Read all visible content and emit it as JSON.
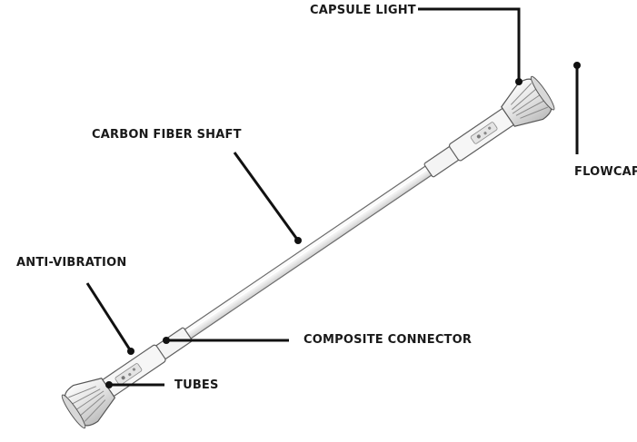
{
  "labels": {
    "capsule_light": "CAPSULE LIGHT",
    "carbon_fiber_shaft": "CARBON FIBER SHAFT",
    "flowcap": "FLOWCAP",
    "anti_vibration": "ANTI-VIBRATION",
    "composite_connector": "COMPOSITE CONNECTOR",
    "tubes": "TUBES"
  },
  "colors": {
    "leader": "#111111",
    "shaft_outline": "#6b6b6b",
    "shaft_fill": "#f7f7f7",
    "cap_fill": "#ececec"
  }
}
